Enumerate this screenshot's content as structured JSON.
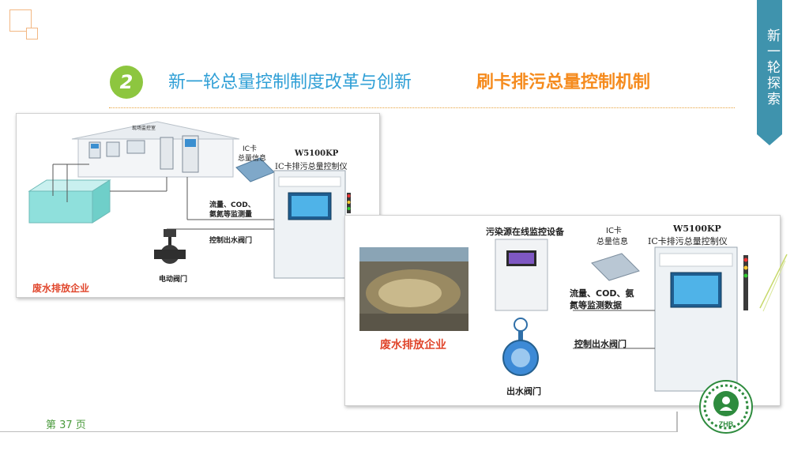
{
  "header": {
    "badge_number": "2",
    "title": "新一轮总量控制制度改革与创新",
    "subtitle": "刷卡排污总量控制机制"
  },
  "side_banner": {
    "text": "新一轮探索"
  },
  "diagram_top": {
    "building_label": "现场监控室",
    "ic_card_label_line1": "IC卡",
    "ic_card_label_line2": "总量信息",
    "controller_model": "W5100KP",
    "controller_name": "IC卡排污总量控制仪",
    "data_label_line1": "流量、COD、",
    "data_label_line2": "氨氮等监测量",
    "valve_control_label": "控制出水阀门",
    "valve_label": "电动阀门",
    "enterprise_label": "废水排放企业"
  },
  "diagram_bottom": {
    "monitor_title": "污染源在线监控设备",
    "ic_card_label_line1": "IC卡",
    "ic_card_label_line2": "总量信息",
    "controller_model": "W5100KP",
    "controller_name": "IC卡排污总量控制仪",
    "data_label_line1": "流量、COD、氨",
    "data_label_line2": "氮等监测数据",
    "valve_control_label": "控制出水阀门",
    "valve_label": "出水阀门",
    "enterprise_label": "废水排放企业"
  },
  "footer": {
    "page": "第 37 页",
    "logo_text": "ZHB"
  },
  "colors": {
    "accent_green": "#8dc63f",
    "title_blue": "#2f9fd6",
    "subtitle_orange": "#f58b1e",
    "banner_teal": "#3f93ad",
    "label_red": "#e0452b"
  }
}
